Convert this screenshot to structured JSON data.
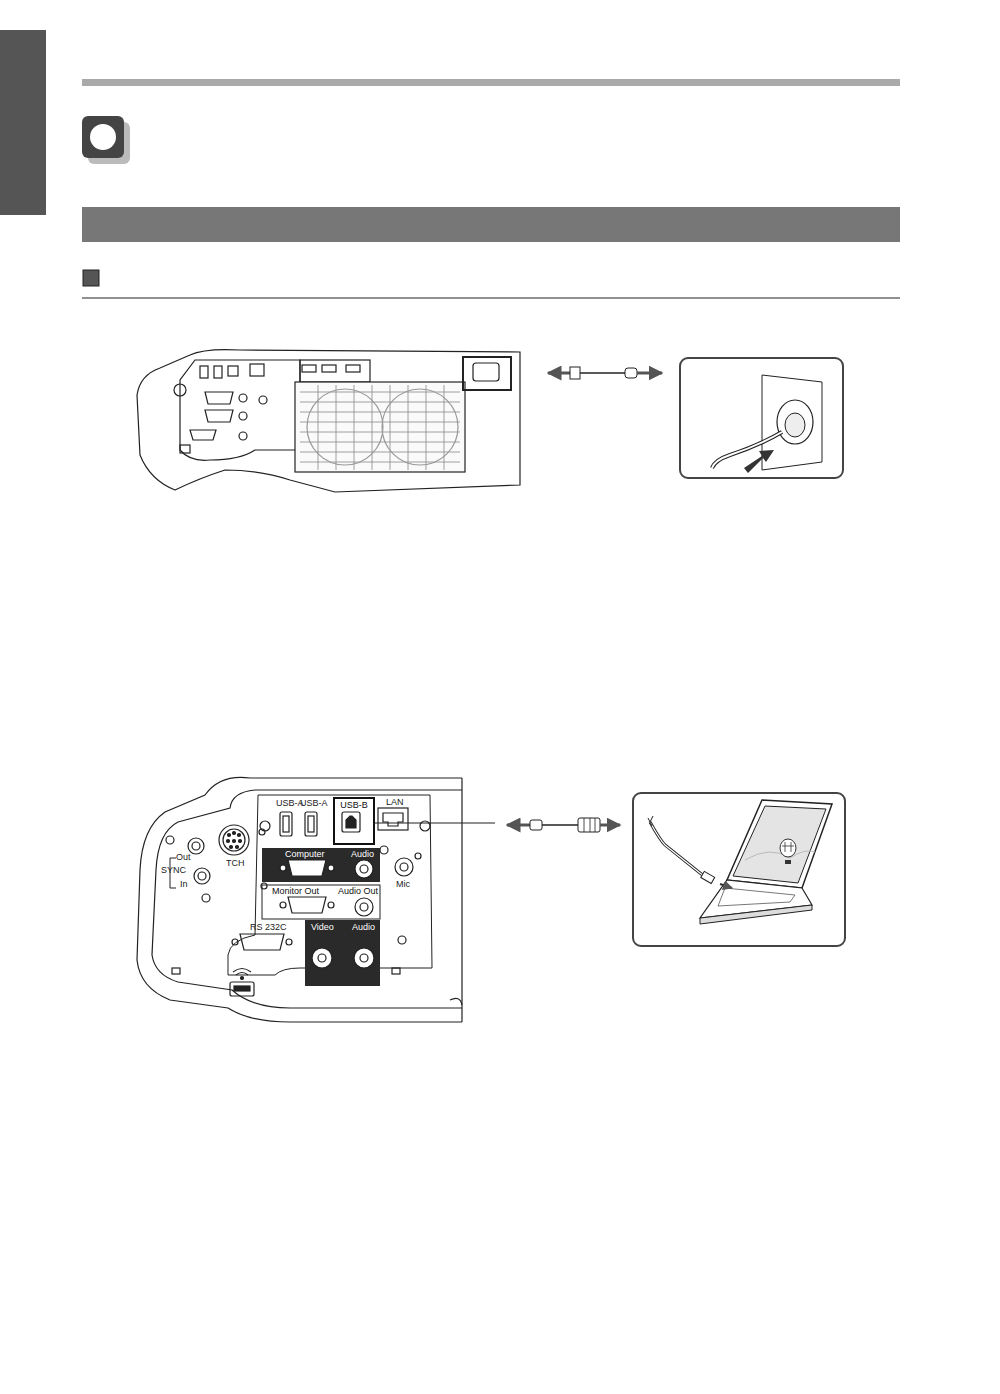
{
  "diagram": {
    "nodes": [
      {
        "text": [
          "USB-B"
        ]
      },
      {
        "text": [
          "Computer",
          "Audio"
        ]
      },
      {
        "text": [
          "Monitor Out",
          "Audio Out"
        ]
      },
      {
        "text": [
          "Video",
          "Audio"
        ]
      }
    ],
    "labels": [
      "USB-A",
      "USB-A",
      "LAN",
      "Out",
      "SYNC",
      "In",
      "TCH",
      "Mic",
      "RS 232C"
    ]
  }
}
